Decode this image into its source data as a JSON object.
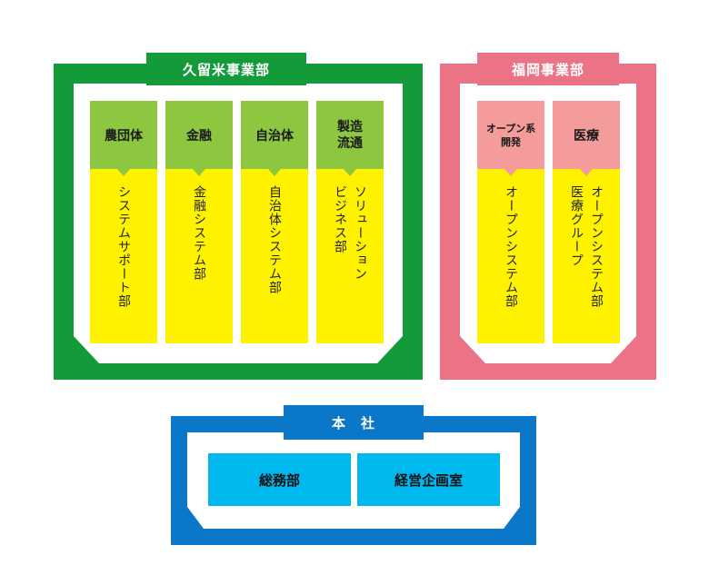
{
  "colors": {
    "kurume": "#139b3a",
    "fukuoka": "#ec7286",
    "honsha": "#0b77c9",
    "kurume_head": "#8dc63f",
    "fukuoka_head": "#f49b9b",
    "body_yellow": "#fff200",
    "hq_button": "#00b7ee"
  },
  "kurume": {
    "title": "久留米事業部",
    "columns": [
      {
        "head": "農団体",
        "body": "システムサポート部"
      },
      {
        "head": "金融",
        "body": "金融システム部"
      },
      {
        "head": "自治体",
        "body": "自治体システム部"
      },
      {
        "head": "製造\n流通",
        "body": "ソリューション\nビジネス部"
      }
    ]
  },
  "fukuoka": {
    "title": "福岡事業部",
    "columns": [
      {
        "head": "オープン系\n開発",
        "body": "オープンシステム部"
      },
      {
        "head": "医療",
        "body": "オープンシステム部\n医療グループ"
      }
    ]
  },
  "honsha": {
    "title": "本　社",
    "units": [
      "総務部",
      "経営企画室"
    ]
  }
}
